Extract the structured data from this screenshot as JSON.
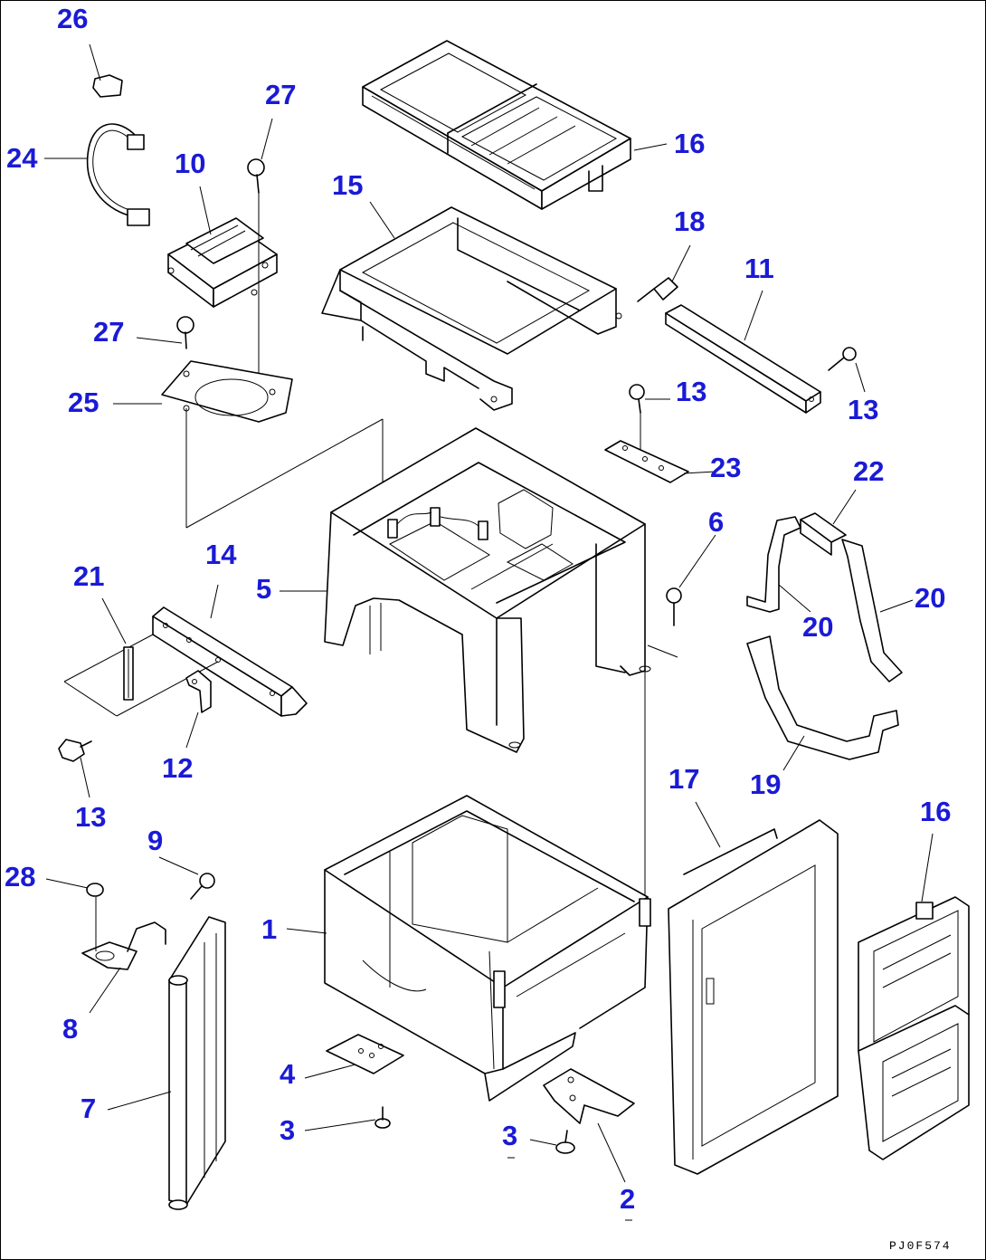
{
  "drawing_code": "PJ0F574",
  "accent_color": "#1a1ad6",
  "callouts": [
    {
      "id": "c26",
      "label": "26"
    },
    {
      "id": "c27a",
      "label": "27"
    },
    {
      "id": "c24",
      "label": "24"
    },
    {
      "id": "c10",
      "label": "10"
    },
    {
      "id": "c27b",
      "label": "27"
    },
    {
      "id": "c25",
      "label": "25"
    },
    {
      "id": "c15",
      "label": "15"
    },
    {
      "id": "c16a",
      "label": "16"
    },
    {
      "id": "c18",
      "label": "18"
    },
    {
      "id": "c11",
      "label": "11"
    },
    {
      "id": "c13a",
      "label": "13"
    },
    {
      "id": "c13b",
      "label": "13"
    },
    {
      "id": "c23",
      "label": "23"
    },
    {
      "id": "c22",
      "label": "22"
    },
    {
      "id": "c6",
      "label": "6"
    },
    {
      "id": "c5",
      "label": "5"
    },
    {
      "id": "c14",
      "label": "14"
    },
    {
      "id": "c21",
      "label": "21"
    },
    {
      "id": "c20a",
      "label": "20"
    },
    {
      "id": "c20b",
      "label": "20"
    },
    {
      "id": "c12",
      "label": "12"
    },
    {
      "id": "c19",
      "label": "19"
    },
    {
      "id": "c13c",
      "label": "13"
    },
    {
      "id": "c17",
      "label": "17"
    },
    {
      "id": "c16b",
      "label": "16"
    },
    {
      "id": "c9",
      "label": "9"
    },
    {
      "id": "c28",
      "label": "28"
    },
    {
      "id": "c1",
      "label": "1"
    },
    {
      "id": "c8",
      "label": "8"
    },
    {
      "id": "c4",
      "label": "4"
    },
    {
      "id": "c7",
      "label": "7"
    },
    {
      "id": "c3a",
      "label": "3"
    },
    {
      "id": "c3b",
      "label": "3"
    },
    {
      "id": "c2",
      "label": "2"
    }
  ]
}
